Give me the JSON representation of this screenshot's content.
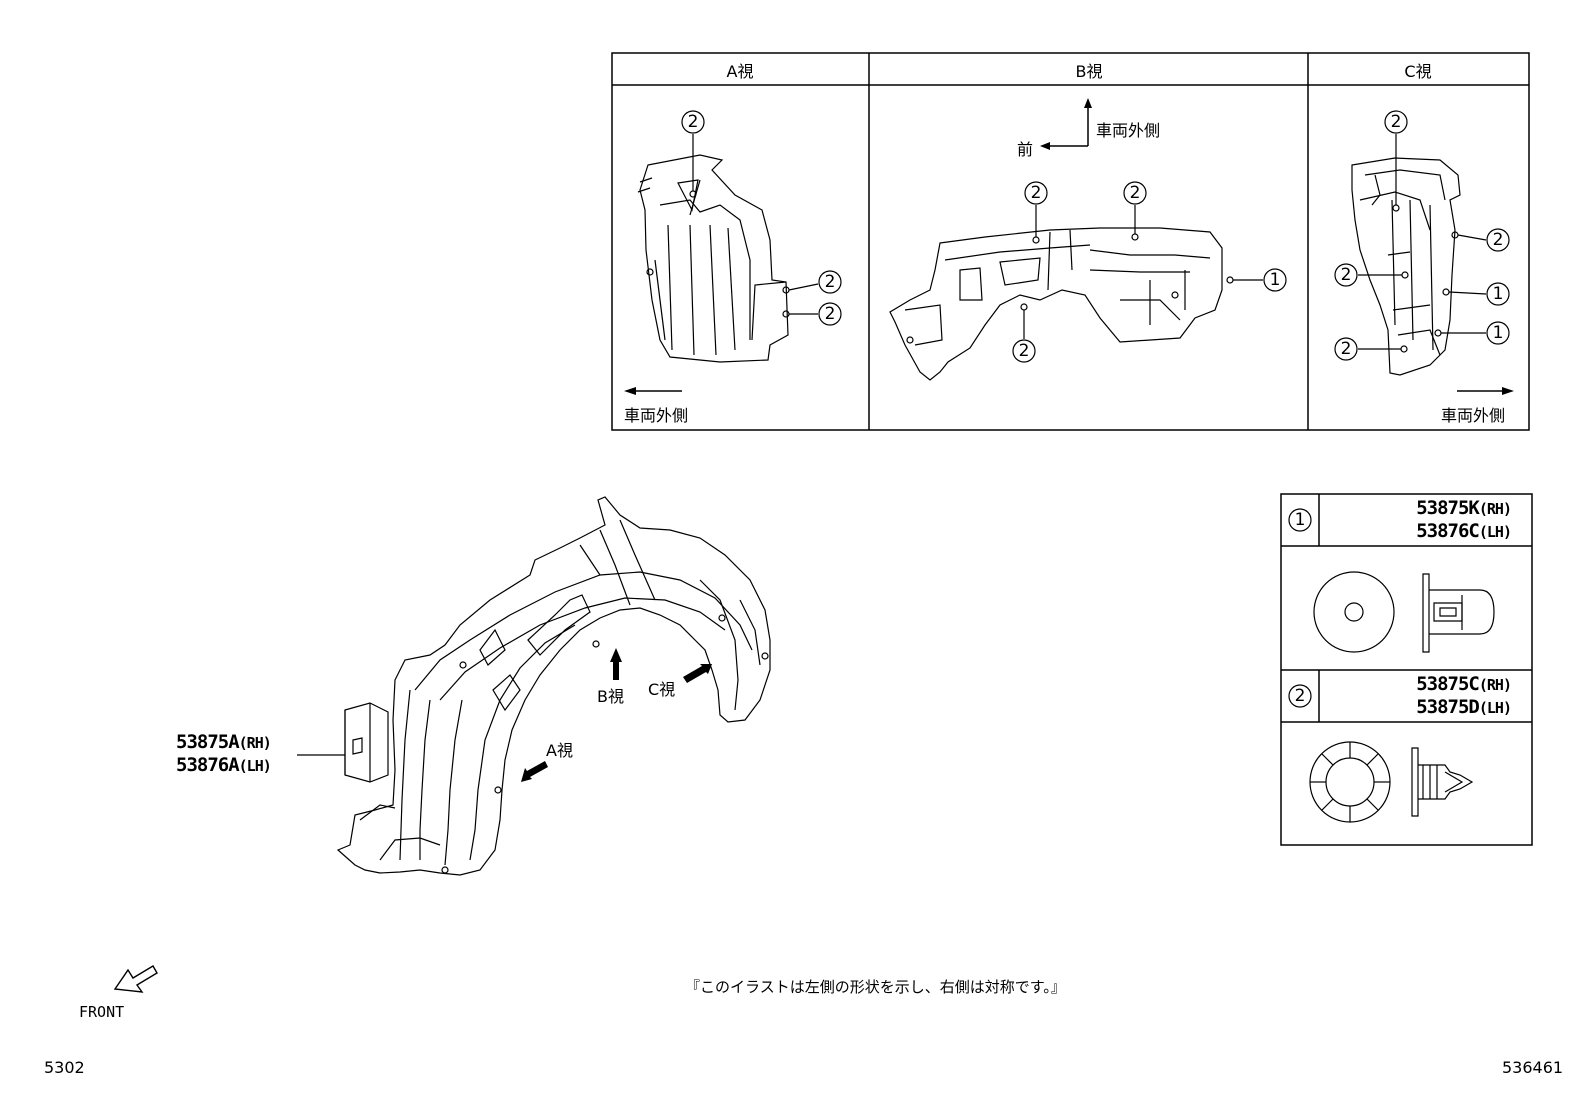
{
  "views_table": {
    "headers": [
      "A視",
      "B視",
      "C視"
    ],
    "view_a": {
      "callouts": [
        "2",
        "2",
        "2"
      ],
      "direction_label": "車両外側"
    },
    "view_b": {
      "front_label": "前",
      "outside_label": "車両外側",
      "callouts": [
        "2",
        "2",
        "2",
        "1"
      ]
    },
    "view_c": {
      "callouts": [
        "2",
        "2",
        "2",
        "1",
        "2",
        "1"
      ],
      "direction_label": "車両外側"
    }
  },
  "main_part": {
    "number_rh": "53875A",
    "suffix_rh": "(RH)",
    "number_lh": "53876A",
    "suffix_lh": "(LH)",
    "view_pointers": [
      "B視",
      "C視",
      "A視"
    ]
  },
  "clips_table": {
    "rows": [
      {
        "callout": "1",
        "part_rh": "53875K",
        "suffix_rh": "(RH)",
        "part_lh": "53876C",
        "suffix_lh": "(LH)"
      },
      {
        "callout": "2",
        "part_rh": "53875C",
        "suffix_rh": "(RH)",
        "part_lh": "53875D",
        "suffix_lh": "(LH)"
      }
    ]
  },
  "front_label": "FRONT",
  "note": "『このイラストは左側の形状を示し、右側は対称です。』",
  "footer": {
    "left_code": "5302",
    "right_code": "536461"
  }
}
